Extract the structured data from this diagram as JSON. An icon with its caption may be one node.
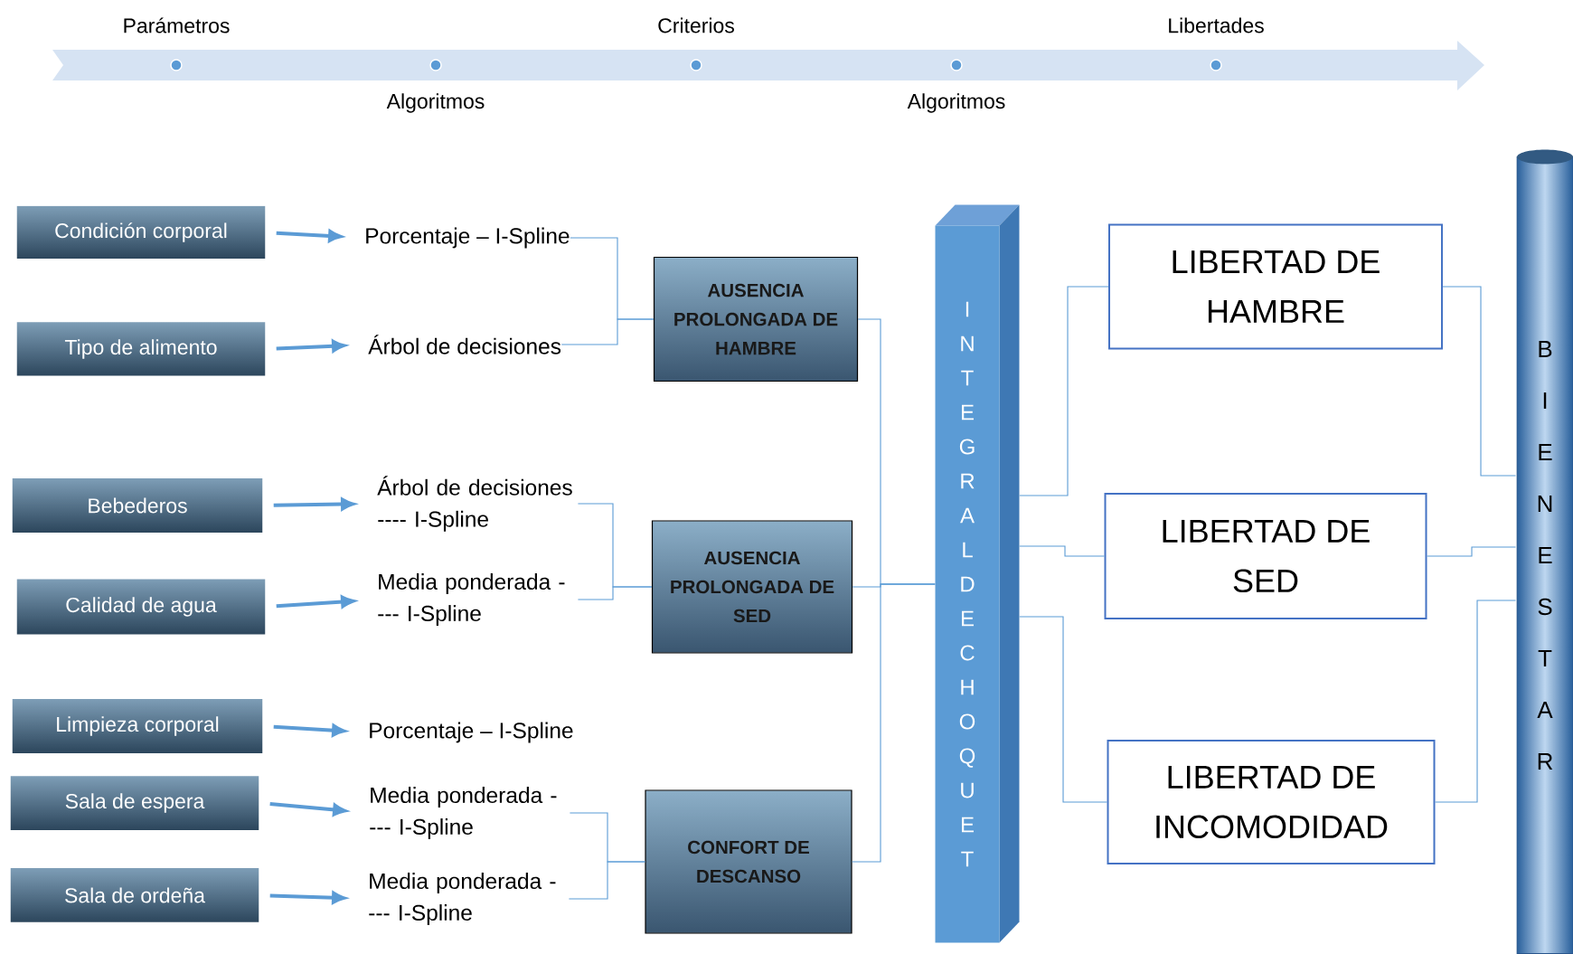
{
  "diagram": {
    "nodes": [
      {
        "text": [
          "Condición corporal"
        ]
      },
      {
        "text": [
          "Tipo de alimento"
        ]
      },
      {
        "text": [
          "Bebederos"
        ]
      },
      {
        "text": [
          "Calidad de agua"
        ]
      },
      {
        "text": [
          "Limpieza corporal"
        ]
      },
      {
        "text": [
          "Sala de espera"
        ]
      },
      {
        "text": [
          "Sala de ordeña"
        ]
      },
      {
        "text": [
          "Porcentaje – I-Spline"
        ]
      },
      {
        "text": [
          "Árbol de decisiones"
        ]
      },
      {
        "text": [
          "Árbol de decisiones ---- I-Spline"
        ]
      },
      {
        "text": [
          "Media ponderada - --- I-Spline"
        ]
      },
      {
        "text": [
          "Porcentaje – I-Spline"
        ]
      },
      {
        "text": [
          "Media ponderada - --- I-Spline"
        ]
      },
      {
        "text": [
          "Media ponderada - --- I-Spline"
        ]
      },
      {
        "text": [
          "AUSENCIA PROLONGADA DE HAMBRE"
        ]
      },
      {
        "text": [
          "AUSENCIA PROLONGADA DE SED"
        ]
      },
      {
        "text": [
          "CONFORT DE DESCANSO"
        ]
      },
      {
        "text": [
          "INTEGRAL DE CHOQUET"
        ]
      },
      {
        "text": [
          "LIBERTAD DE HAMBRE"
        ]
      },
      {
        "text": [
          "LIBERTAD DE SED"
        ]
      },
      {
        "text": [
          "LIBERTAD DE INCOMODIDAD"
        ]
      },
      {
        "text": [
          "BIENESTAR"
        ]
      }
    ],
    "edges": [
      {
        "from": 0,
        "to": 7,
        "arrow": "to",
        "style": "thick"
      },
      {
        "from": 1,
        "to": 8,
        "arrow": "to",
        "style": "thick"
      },
      {
        "from": 2,
        "to": 9,
        "arrow": "to",
        "style": "thick"
      },
      {
        "from": 3,
        "to": 10,
        "arrow": "to",
        "style": "thick"
      },
      {
        "from": 4,
        "to": 11,
        "arrow": "to",
        "style": "thick"
      },
      {
        "from": 5,
        "to": 12,
        "arrow": "to",
        "style": "thick"
      },
      {
        "from": 6,
        "to": 13,
        "arrow": "to",
        "style": "thick"
      },
      {
        "from": 7,
        "to": 14,
        "arrow": "none"
      },
      {
        "from": 8,
        "to": 14,
        "arrow": "none"
      },
      {
        "from": 9,
        "to": 15,
        "arrow": "none"
      },
      {
        "from": 10,
        "to": 15,
        "arrow": "none"
      },
      {
        "from": 12,
        "to": 16,
        "arrow": "none"
      },
      {
        "from": 13,
        "to": 16,
        "arrow": "none"
      },
      {
        "from": 14,
        "to": 17,
        "arrow": "none"
      },
      {
        "from": 15,
        "to": 17,
        "arrow": "none"
      },
      {
        "from": 16,
        "to": 17,
        "arrow": "none"
      },
      {
        "from": 17,
        "to": 18,
        "arrow": "none"
      },
      {
        "from": 17,
        "to": 19,
        "arrow": "none"
      },
      {
        "from": 17,
        "to": 20,
        "arrow": "none"
      },
      {
        "from": 18,
        "to": 21,
        "arrow": "none"
      },
      {
        "from": 19,
        "to": 21,
        "arrow": "none"
      },
      {
        "from": 20,
        "to": 21,
        "arrow": "none"
      }
    ],
    "labels": [
      "Parámetros",
      "Criterios",
      "Libertades",
      "Algoritmos",
      "Algoritmos"
    ]
  }
}
